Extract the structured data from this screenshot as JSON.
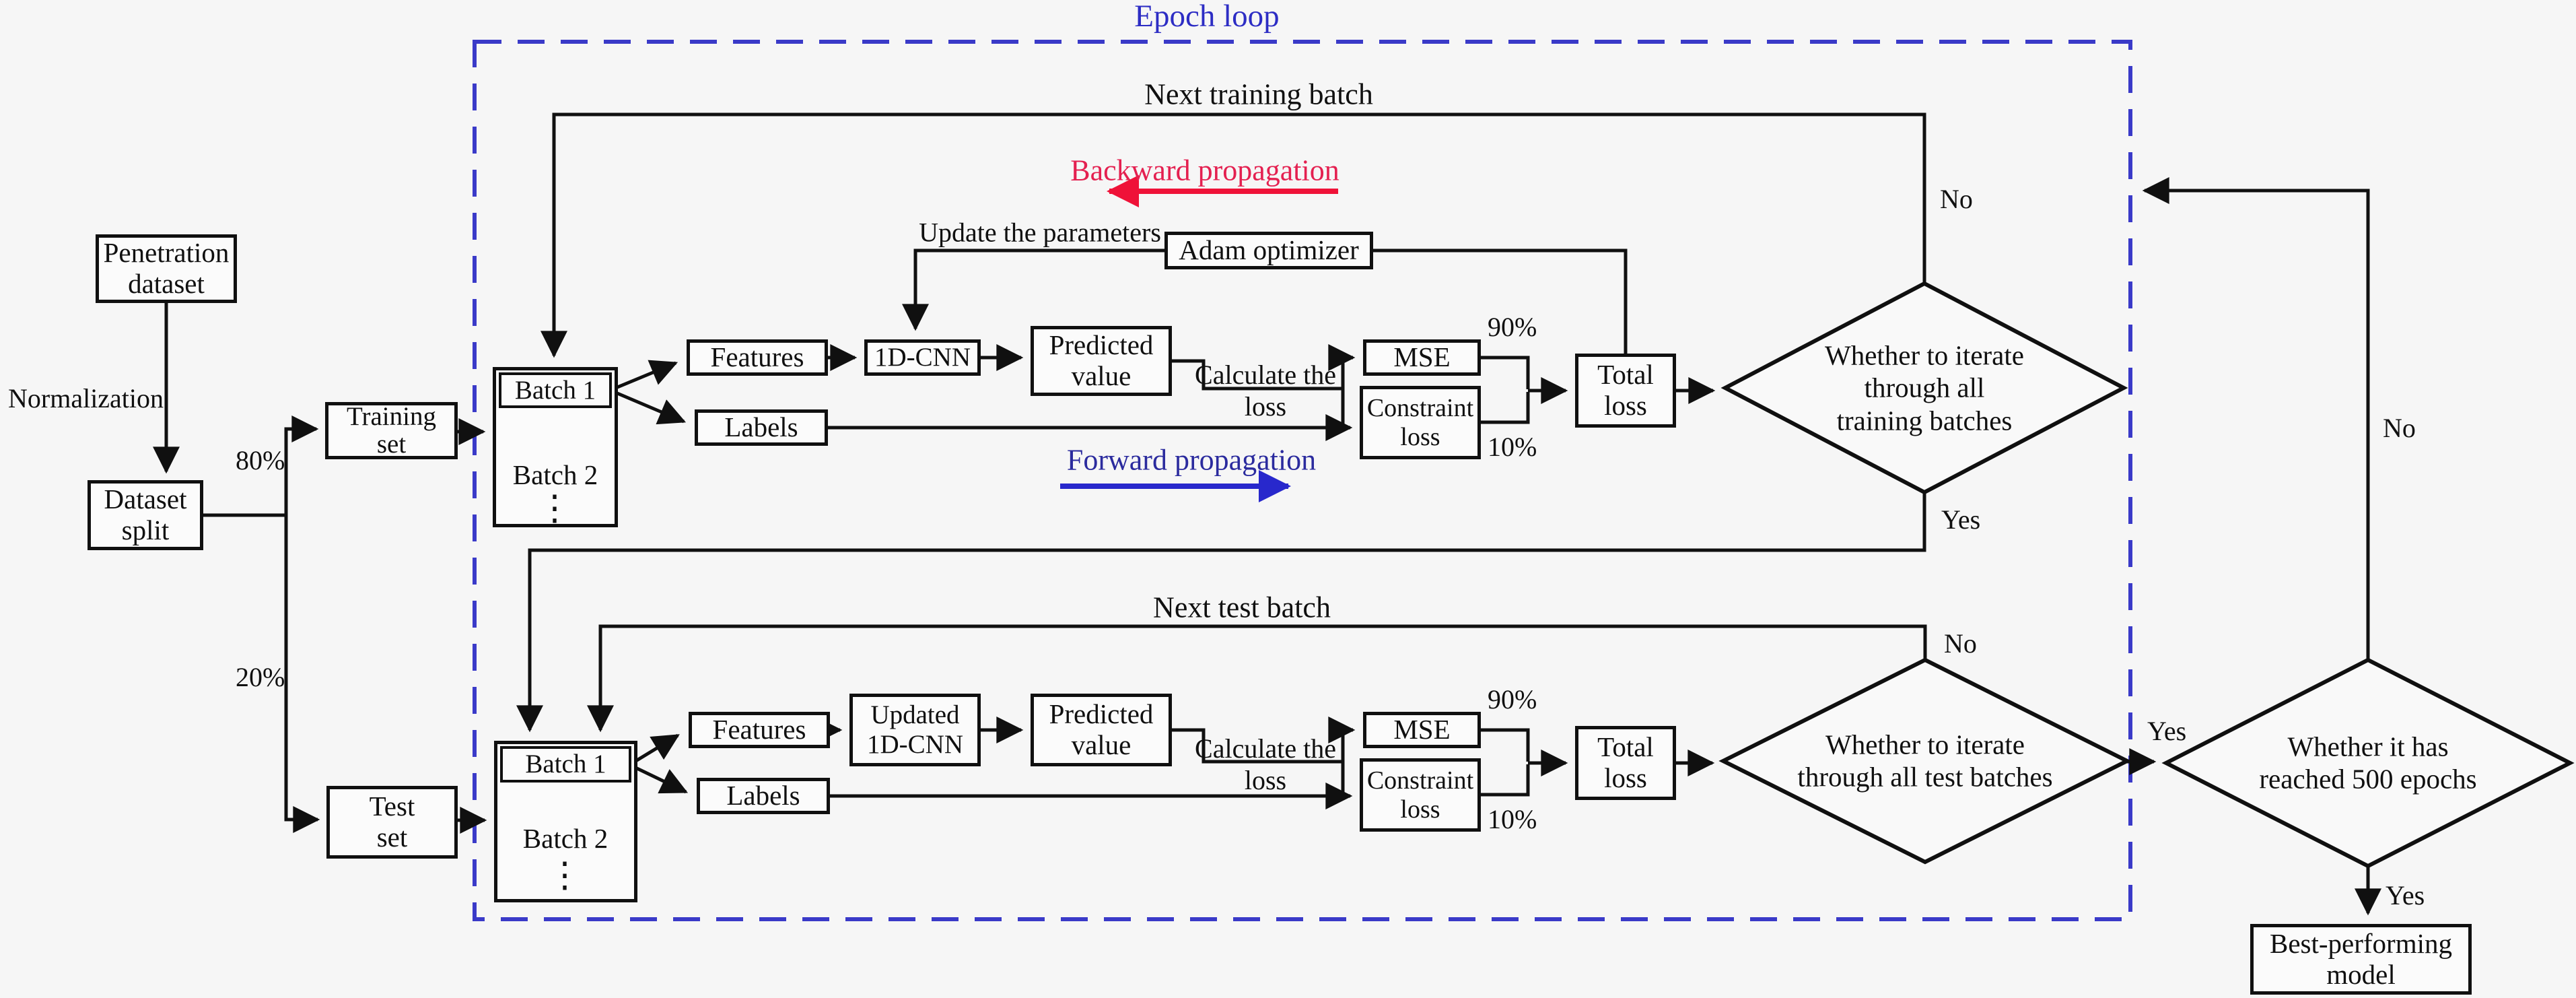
{
  "diagram": {
    "title": "Epoch loop",
    "nodes": {
      "penetration_dataset": "Penetration\ndataset",
      "dataset_split": "Dataset\nsplit",
      "training_set": "Training\nset",
      "test_set": "Test\nset",
      "batch1": "Batch 1",
      "batch2": "Batch 2",
      "ellipsis": "⋮",
      "features": "Features",
      "labels": "Labels",
      "cnn": "1D-CNN",
      "updated_cnn": "Updated\n1D-CNN",
      "predicted_value": "Predicted\nvalue",
      "adam": "Adam optimizer",
      "mse": "MSE",
      "constraint_loss": "Constraint\nloss",
      "total_loss": "Total\nloss",
      "best_model": "Best-performing\nmodel"
    },
    "decisions": {
      "iterate_training": "Whether to iterate\nthrough all\ntraining batches",
      "iterate_test": "Whether to iterate\nthrough all test batches",
      "reached_epochs": "Whether it has\nreached 500 epochs"
    },
    "labels": {
      "normalization": "Normalization",
      "pct80": "80%",
      "pct20": "20%",
      "pct90": "90%",
      "pct10": "10%",
      "next_training_batch": "Next training batch",
      "next_test_batch": "Next test batch",
      "backward_propagation": "Backward propagation",
      "forward_propagation": "Forward propagation",
      "update_parameters": "Update the parameters",
      "calculate_loss": "Calculate the\nloss",
      "yes": "Yes",
      "no": "No"
    },
    "colors": {
      "epoch_border": "#3a3ac8",
      "epoch_title": "#2d2dc4",
      "backward_text": "#e42050",
      "backward_arrow": "#ef1238",
      "forward_text": "#2b2b9e",
      "forward_arrow": "#2828cc",
      "line": "#101010",
      "background": "#f6f6f6"
    }
  }
}
